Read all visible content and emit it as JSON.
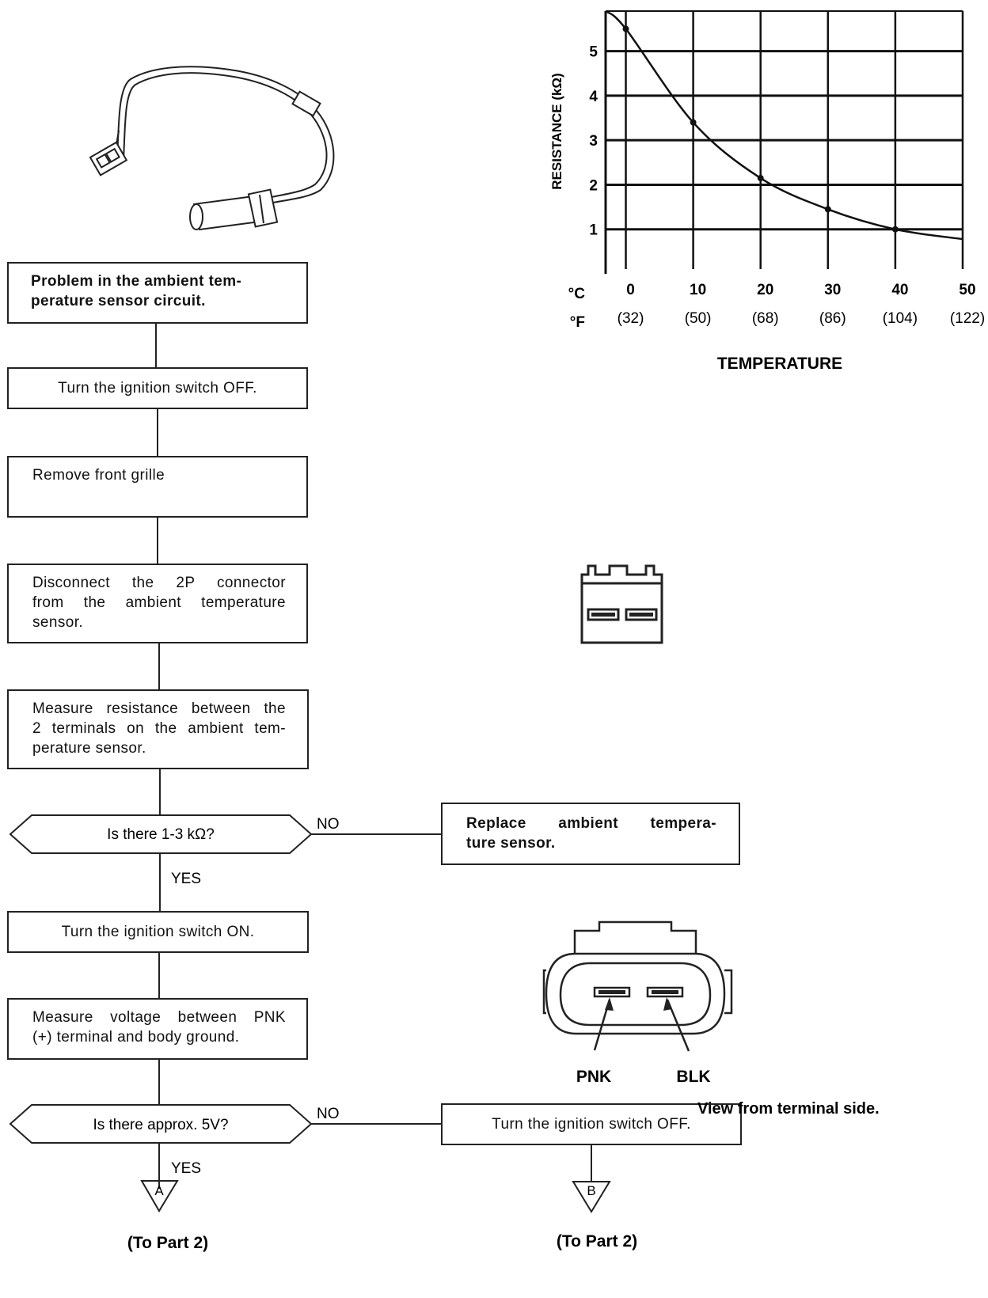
{
  "flow": {
    "step1": [
      "Problem in the ambient tem-",
      "perature sensor circuit."
    ],
    "step2": "Turn the ignition switch OFF.",
    "step3": "Remove front grille",
    "step4": [
      "Disconnect the 2P connector",
      "from the ambient temperature",
      "sensor."
    ],
    "step5": [
      "Measure resistance between the",
      "2 terminals on the ambient tem-",
      "perature sensor."
    ],
    "decision1": "Is there 1-3 kΩ?",
    "decision1_no": "NO",
    "decision1_yes": "YES",
    "replace": [
      "Replace ambient tempera-",
      "ture sensor."
    ],
    "step6": "Turn the ignition switch ON.",
    "step7": [
      "Measure voltage between PNK",
      "(+) terminal and body ground."
    ],
    "decision2": "Is there approx. 5V?",
    "decision2_no": "NO",
    "decision2_yes": "YES",
    "step8": "Turn the ignition switch OFF.",
    "connector_a": "A",
    "connector_b": "B",
    "to_part2_a": "(To Part 2)",
    "to_part2_b": "(To Part 2)"
  },
  "terminal_view": {
    "pnk_label": "PNK",
    "blk_label": "BLK",
    "caption": "View from terminal side."
  },
  "chart_data": {
    "type": "line",
    "ylabel": "RESISTANCE (kΩ)",
    "xlabel": "TEMPERATURE",
    "celsius_unit": "°C",
    "fahrenheit_unit": "°F",
    "x_ticks_c": [
      "0",
      "10",
      "20",
      "30",
      "40",
      "50"
    ],
    "x_ticks_f": [
      "(32)",
      "(50)",
      "(68)",
      "(86)",
      "(104)",
      "(122)"
    ],
    "y_ticks": [
      "1",
      "2",
      "3",
      "4",
      "5"
    ],
    "xlim": [
      -3,
      50
    ],
    "ylim": [
      0,
      5.9
    ],
    "grid": true,
    "series": [
      {
        "x": [
          -3,
          0,
          10,
          20,
          30,
          40,
          50
        ],
        "y": [
          5.9,
          5.5,
          3.4,
          2.15,
          1.45,
          1.0,
          0.78
        ]
      }
    ]
  }
}
